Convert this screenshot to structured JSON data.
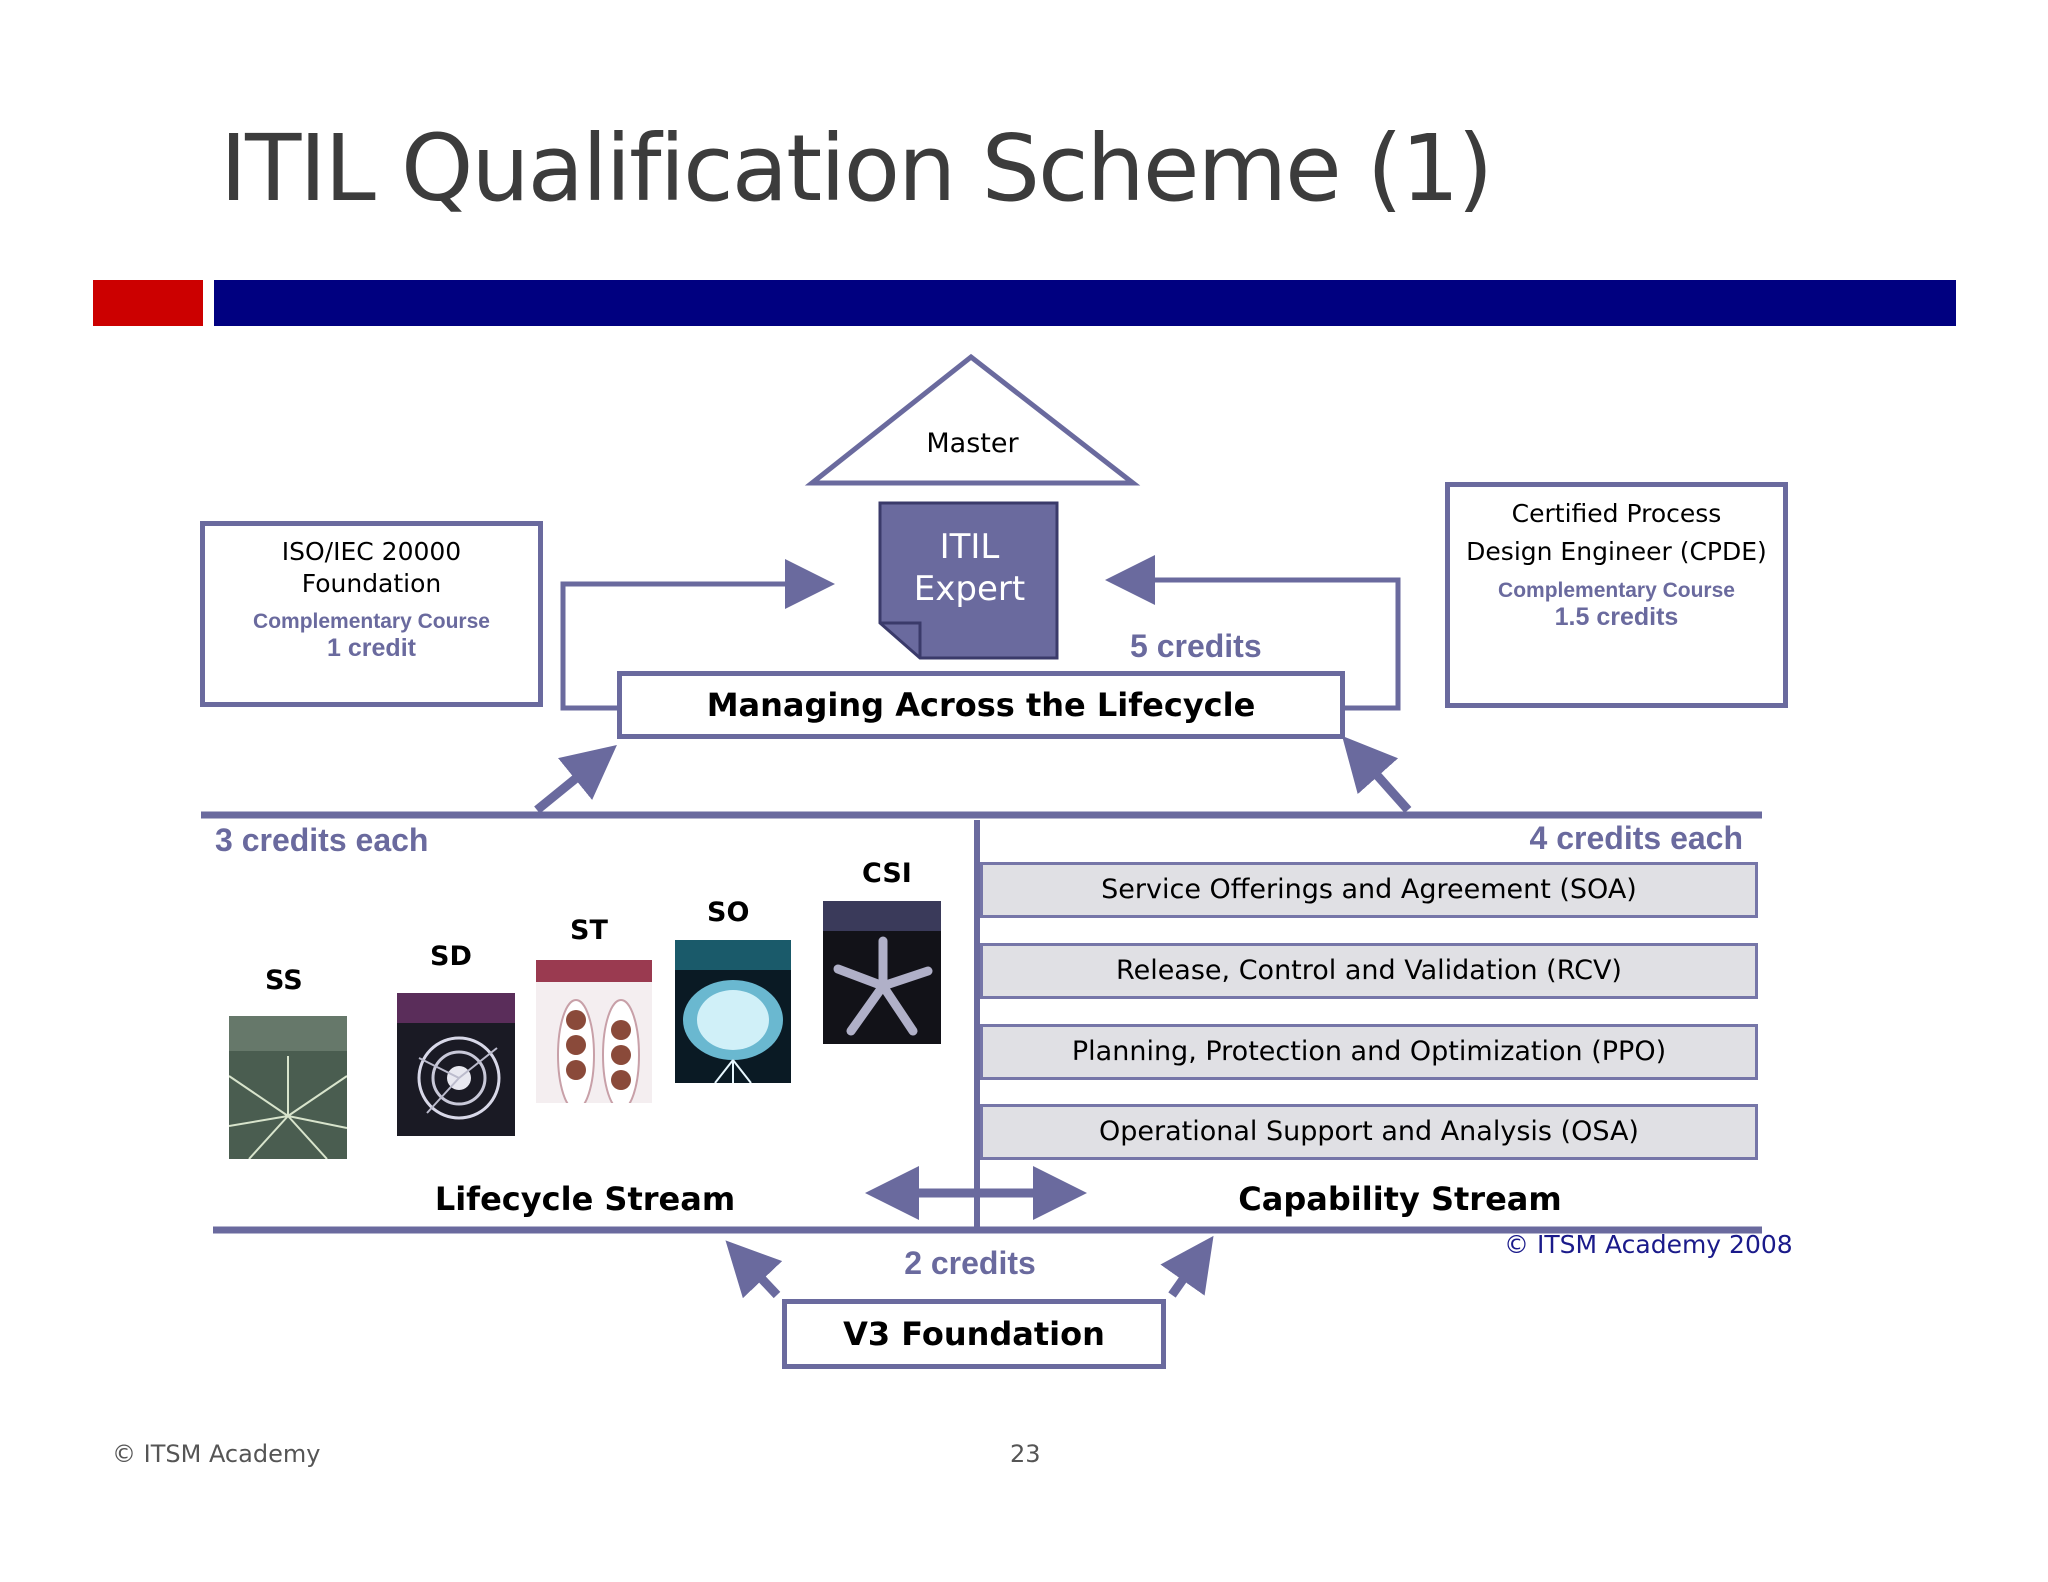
{
  "title": "ITIL Qualification Scheme (1)",
  "colors": {
    "accent_red": "#cc0000",
    "accent_blue": "#000080",
    "diagram": "#6a6a9e",
    "capability_box": "#e0e0e4"
  },
  "diagram": {
    "master": "Master",
    "itil_expert": [
      "ITIL",
      "Expert"
    ],
    "five_credits": "5 credits",
    "malc": "Managing Across the Lifecycle",
    "iso": {
      "line1": "ISO/IEC 20000",
      "line2": "Foundation",
      "course": "Complementary Course",
      "credits": "1 credit"
    },
    "cpde": {
      "line1": "Certified Process",
      "line2": "Design Engineer  (CPDE)",
      "course": "Complementary Course",
      "credits": "1.5 credits"
    },
    "lifecycle": {
      "credits": "3 credits each",
      "label": "Lifecycle Stream",
      "books": [
        "SS",
        "SD",
        "ST",
        "SO",
        "CSI"
      ]
    },
    "capability": {
      "credits": "4 credits each",
      "label": "Capability Stream",
      "modules": [
        "Service Offerings and Agreement (SOA)",
        "Release, Control and Validation (RCV)",
        "Planning, Protection and Optimization (PPO)",
        "Operational Support and Analysis (OSA)"
      ]
    },
    "copyright": "© ITSM Academy 2008",
    "two_credits": "2 credits",
    "foundation": "V3 Foundation"
  },
  "footer": {
    "left": "© ITSM Academy",
    "page": "23"
  }
}
